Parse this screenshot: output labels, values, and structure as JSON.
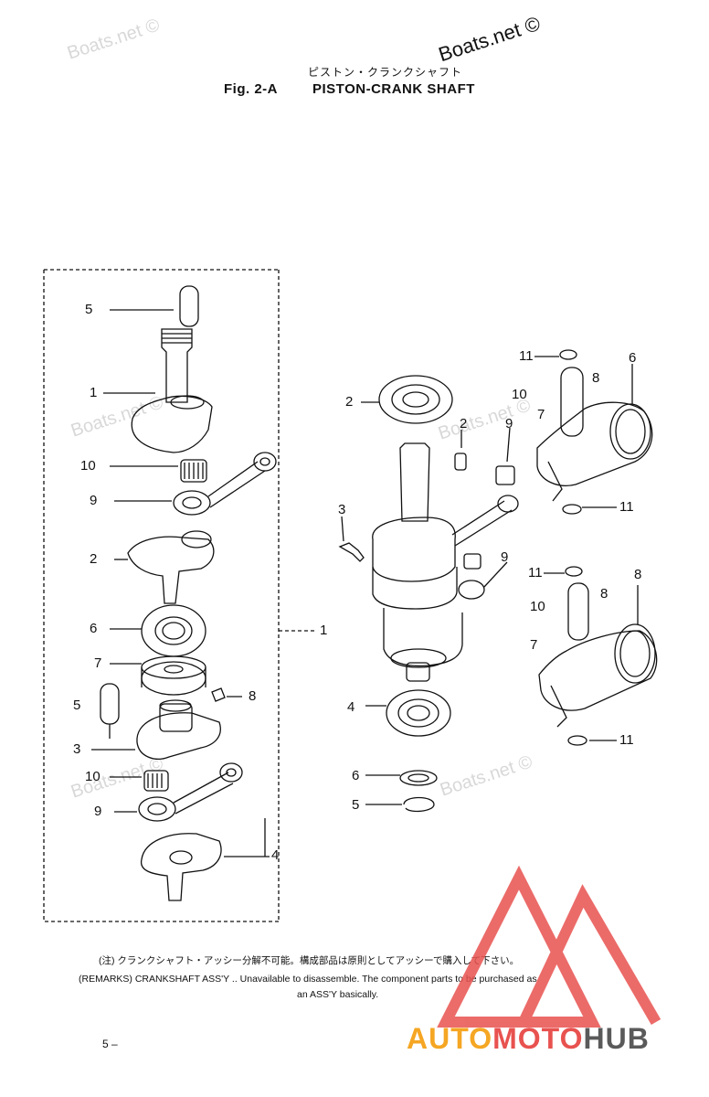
{
  "header": {
    "japanese_title": "ピストン・クランクシャフト",
    "fig_number": "Fig. 2-A",
    "title": "PISTON-CRANK SHAFT"
  },
  "watermarks": {
    "text": "Boats.net ©",
    "dark_text": "Boats.net ©"
  },
  "callouts": {
    "left": [
      {
        "label": "5"
      },
      {
        "label": "1"
      },
      {
        "label": "10"
      },
      {
        "label": "9"
      },
      {
        "label": "2"
      },
      {
        "label": "6"
      },
      {
        "label": "7"
      },
      {
        "label": "5"
      },
      {
        "label": "8"
      },
      {
        "label": "3"
      },
      {
        "label": "10"
      },
      {
        "label": "9"
      },
      {
        "label": "4"
      },
      {
        "label": "1"
      }
    ],
    "right": [
      {
        "label": "11"
      },
      {
        "label": "6"
      },
      {
        "label": "8"
      },
      {
        "label": "10"
      },
      {
        "label": "7"
      },
      {
        "label": "2"
      },
      {
        "label": "2"
      },
      {
        "label": "9"
      },
      {
        "label": "11"
      },
      {
        "label": "3"
      },
      {
        "label": "9"
      },
      {
        "label": "11"
      },
      {
        "label": "8"
      },
      {
        "label": "10"
      },
      {
        "label": "8"
      },
      {
        "label": "7"
      },
      {
        "label": "4"
      },
      {
        "label": "11"
      },
      {
        "label": "6"
      },
      {
        "label": "5"
      }
    ]
  },
  "remarks": {
    "jp": "(注) クランクシャフト・アッシー分解不可能。構成部品は原則としてアッシーで購入して下さい。",
    "en1": "(REMARKS) CRANKSHAFT ASS'Y .. Unavailable to disassemble. The component parts to be purchased as",
    "en2": "an ASS'Y basically."
  },
  "page_number": "5 –",
  "logo": {
    "part1": "AUTO",
    "part2": "MOTO",
    "part3": "HUB",
    "color_orange": "#f5a623",
    "color_red": "#e8524f",
    "color_grey": "#5a5a5a"
  }
}
